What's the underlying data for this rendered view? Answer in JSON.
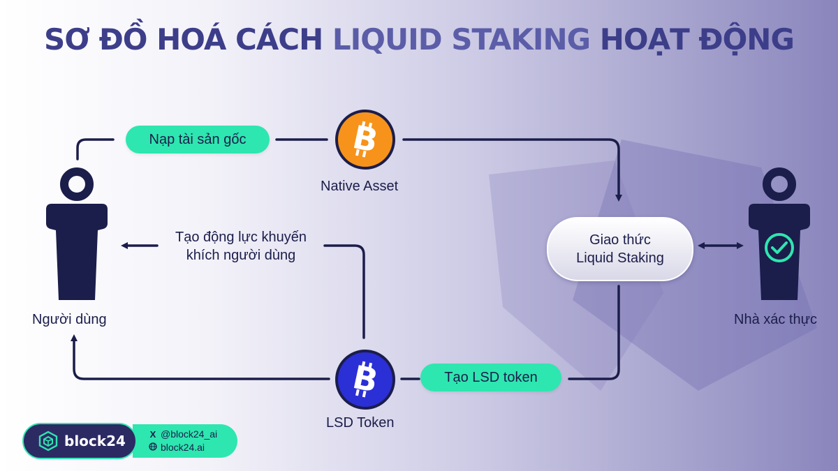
{
  "title": {
    "part1": "SƠ ĐỒ HOÁ CÁCH ",
    "part2": "LIQUID STAKING",
    "part3": " HOẠT ĐỘNG"
  },
  "nodes": {
    "user": "Người dùng",
    "native_asset": "Native Asset",
    "lsd_token": "LSD Token",
    "protocol_line1": "Giao thức",
    "protocol_line2": "Liquid Staking",
    "validator": "Nhà xác thực"
  },
  "edges": {
    "deposit": "Nạp tài sản gốc",
    "incentive_line1": "Tạo động lực khuyến",
    "incentive_line2": "khích người dùng",
    "create_lsd": "Tạo LSD token"
  },
  "brand": {
    "name": "block24",
    "x_handle": "@block24_ai",
    "website": "block24.ai"
  },
  "colors": {
    "navy": "#1b1d4a",
    "accent": "#2ee6b0",
    "bitcoin_orange": "#f7931a",
    "lsd_blue": "#2b2fd6",
    "title": "#3d3e8a"
  }
}
